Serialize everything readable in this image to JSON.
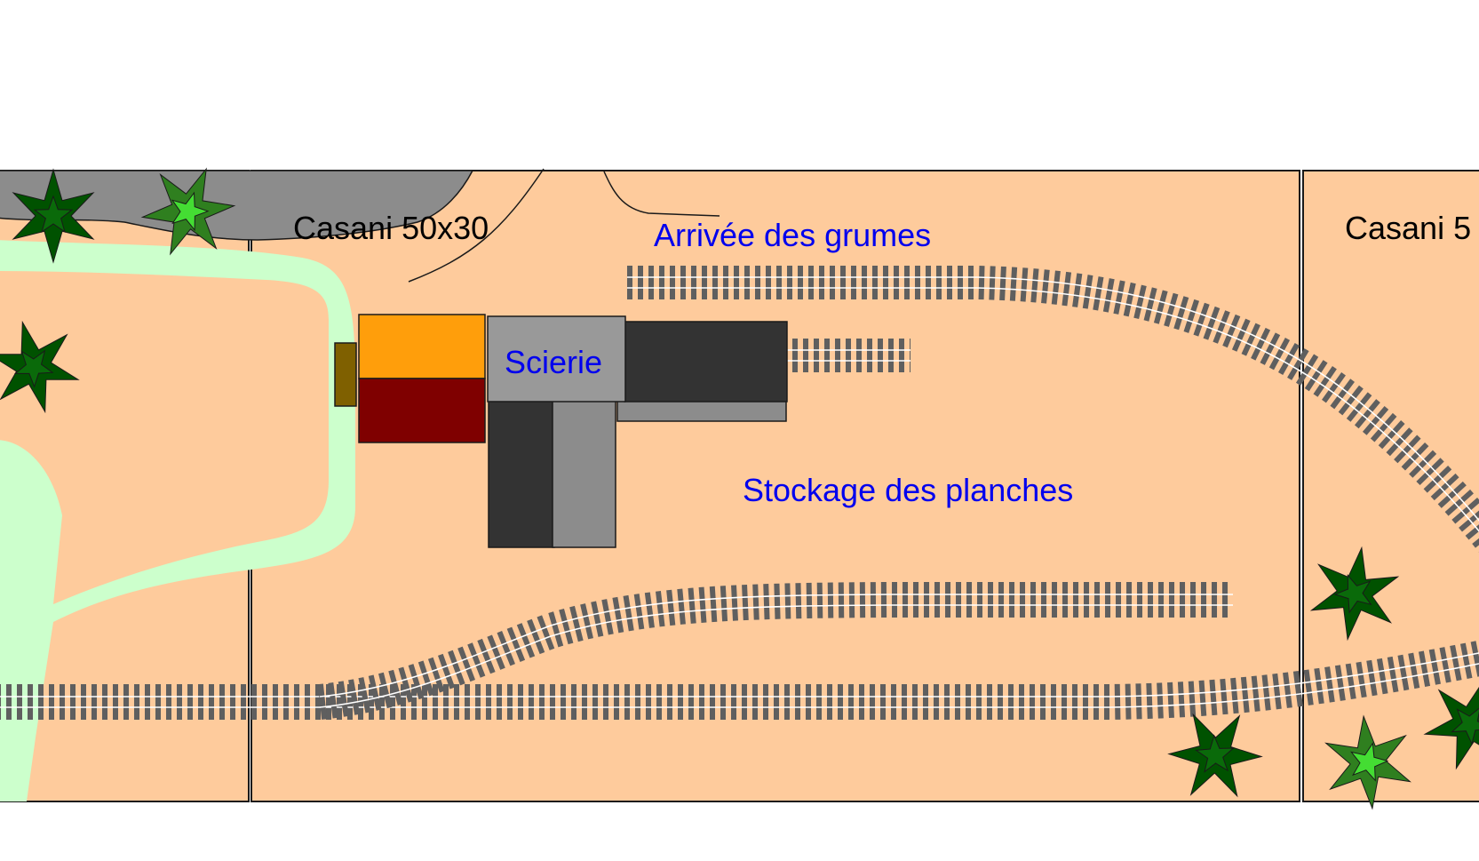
{
  "board_labels": {
    "left_board": "Casani 50x30",
    "right_board": "Casani 5"
  },
  "zone_labels": {
    "log_arrival": "Arrivée des grumes",
    "sawmill": "Scierie",
    "plank_storage": "Stockage des planches"
  },
  "colors": {
    "board": "#fecb9c",
    "water": "#ccffcc",
    "rock": "#8c8c8c",
    "track_tie": "#5f5f5f",
    "zone_text": "#0000ee",
    "board_text": "#000000",
    "orange_building": "#ff9e0b",
    "maroon_building": "#7f0000",
    "dark_building": "#333333",
    "grey_building": "#8c8c8c",
    "olive_block": "#7f6000",
    "tree_dark": "#005200",
    "tree_light": "#2f9f1f"
  },
  "icons": [
    "tree-icon"
  ]
}
